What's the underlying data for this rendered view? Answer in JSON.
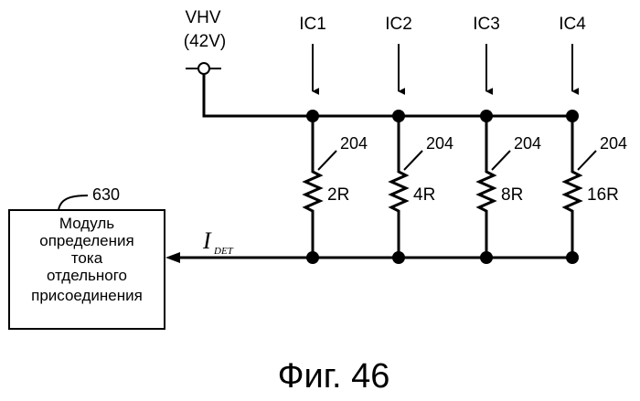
{
  "supply": {
    "name": "VHV",
    "voltage": "(42V)"
  },
  "inputs": [
    "IC1",
    "IC2",
    "IC3",
    "IC4"
  ],
  "resistors": [
    {
      "ref": "204",
      "value": "2R"
    },
    {
      "ref": "204",
      "value": "4R"
    },
    {
      "ref": "204",
      "value": "8R"
    },
    {
      "ref": "204",
      "value": "16R"
    }
  ],
  "module": {
    "ref": "630",
    "lines": [
      "Модуль",
      "определения",
      "тока",
      "отдельного",
      "присоединения"
    ]
  },
  "output_signal": {
    "main": "I",
    "sub": "DET"
  },
  "caption": "Фиг. 46"
}
